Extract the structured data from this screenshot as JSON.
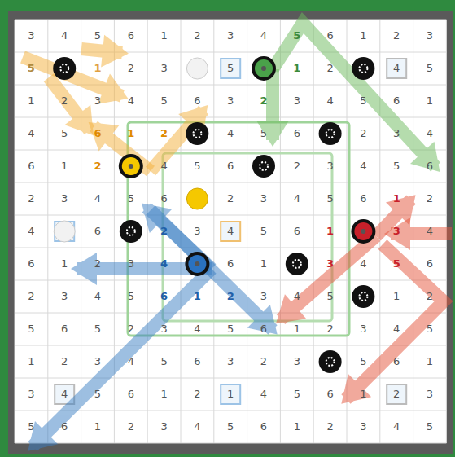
{
  "diagram": {
    "labels": [
      "3",
      "4",
      "5",
      "6",
      "1",
      "2",
      "3",
      "4",
      "5",
      "6",
      "1",
      "2",
      "3",
      "5",
      "1",
      "2",
      "3",
      "5",
      "1",
      "2",
      "4",
      "5",
      "1",
      "2",
      "3",
      "4",
      "5",
      "6",
      "3",
      "2",
      "3",
      "4",
      "5",
      "6",
      "1",
      "4",
      "5",
      "6",
      "1",
      "2",
      "4",
      "5",
      "6",
      "2",
      "3",
      "4",
      "6",
      "1",
      "2",
      "4",
      "5",
      "6",
      "2",
      "3",
      "4",
      "5",
      "6",
      "2",
      "3",
      "4",
      "5",
      "6",
      "2",
      "3",
      "4",
      "5",
      "6",
      "1",
      "2",
      "4",
      "6",
      "2",
      "3",
      "4",
      "5",
      "6",
      "1",
      "3",
      "4",
      "6",
      "1",
      "2",
      "3",
      "4",
      "6",
      "1",
      "3",
      "4",
      "5",
      "6",
      "2",
      "3",
      "4",
      "5",
      "6",
      "1",
      "2",
      "3",
      "4",
      "5",
      "1",
      "2",
      "5",
      "6",
      "5",
      "2",
      "3",
      "4",
      "5",
      "6",
      "1",
      "2",
      "3",
      "4",
      "5",
      "1",
      "2",
      "3",
      "4",
      "5",
      "6",
      "3",
      "2",
      "3",
      "5",
      "6",
      "1",
      "3",
      "4",
      "5",
      "6",
      "1",
      "2",
      "1",
      "4",
      "5",
      "6",
      "1",
      "2",
      "3",
      "5",
      "6",
      "1",
      "2",
      "3",
      "4",
      "5",
      "6",
      "1",
      "2",
      "3",
      "4",
      "5"
    ]
  }
}
